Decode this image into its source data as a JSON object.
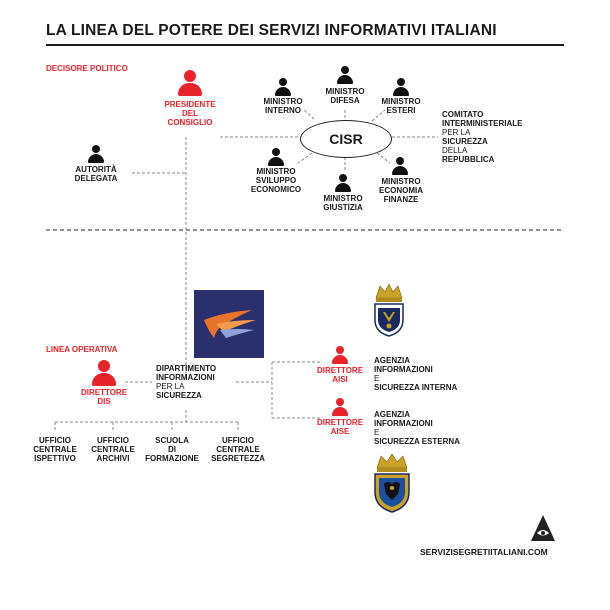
{
  "title": "LA LINEA DEL POTERE DEI SERVIZI INFORMATIVI ITALIANI",
  "sections": {
    "political": "DECISORE POLITICO",
    "operational": "LINEA OPERATIVA"
  },
  "president": {
    "line1": "PRESIDENTE",
    "line2": "DEL",
    "line3": "CONSIGLIO"
  },
  "delegated": {
    "line1": "AUTORITÀ",
    "line2": "DELEGATA"
  },
  "cisr": "CISR",
  "ministers": {
    "interno": {
      "line1": "MINISTRO",
      "line2": "INTERNO"
    },
    "difesa": {
      "line1": "MINISTRO",
      "line2": "DIFESA"
    },
    "esteri": {
      "line1": "MINISTRO",
      "line2": "ESTERI"
    },
    "sviluppo": {
      "line1": "MINISTRO",
      "line2": "SVILUPPO",
      "line3": "ECONOMICO"
    },
    "giustizia": {
      "line1": "MINISTRO",
      "line2": "GIUSTIZIA"
    },
    "economia": {
      "line1": "MINISTRO",
      "line2": "ECONOMIA",
      "line3": "FINANZE"
    }
  },
  "committee": {
    "line1": "COMITATO",
    "line2": "INTERMINISTERIALE",
    "line3": "PER LA",
    "line4": "SICUREZZA",
    "line5": "DELLA",
    "line6": "REPUBBLICA"
  },
  "dis": {
    "director": {
      "line1": "DIRETTORE",
      "line2": "DIS"
    },
    "department": {
      "line1": "DIPARTIMENTO",
      "line2": "INFORMAZIONI",
      "line3": "PER LA",
      "line4": "SICUREZZA"
    }
  },
  "aisi": {
    "director": {
      "line1": "DIRETTORE",
      "line2": "AISI"
    },
    "agency": {
      "line1": "AGENZIA",
      "line2a": "INFORMAZIONI",
      "line2b": " E",
      "line3": "SICUREZZA INTERNA"
    }
  },
  "aise": {
    "director": {
      "line1": "DIRETTORE",
      "line2": "AISE"
    },
    "agency": {
      "line1": "AGENZIA",
      "line2a": "INFORMAZIONI",
      "line2b": " E",
      "line3": "SICUREZZA ESTERNA"
    }
  },
  "offices": [
    {
      "line1": "UFFICIO",
      "line2": "CENTRALE",
      "line3": "ISPETTIVO"
    },
    {
      "line1": "UFFICIO",
      "line2": "CENTRALE",
      "line3": "ARCHIVI"
    },
    {
      "line1": "SCUOLA",
      "line2": "DI",
      "line3": "FORMAZIONE"
    },
    {
      "line1": "UFFICIO",
      "line2": "CENTRALE",
      "line3": "SEGRETEZZA"
    }
  ],
  "footer": "SERVIZISEGRETIITALIANI.COM",
  "colors": {
    "accent": "#e8232a",
    "text": "#1a1a1a",
    "connector": "#999999",
    "logo_bg": "#2a2f6e"
  },
  "icons": [
    "person-icon",
    "dis-logo-icon",
    "aisi-crest-icon",
    "aise-crest-icon",
    "triangle-eye-icon"
  ]
}
